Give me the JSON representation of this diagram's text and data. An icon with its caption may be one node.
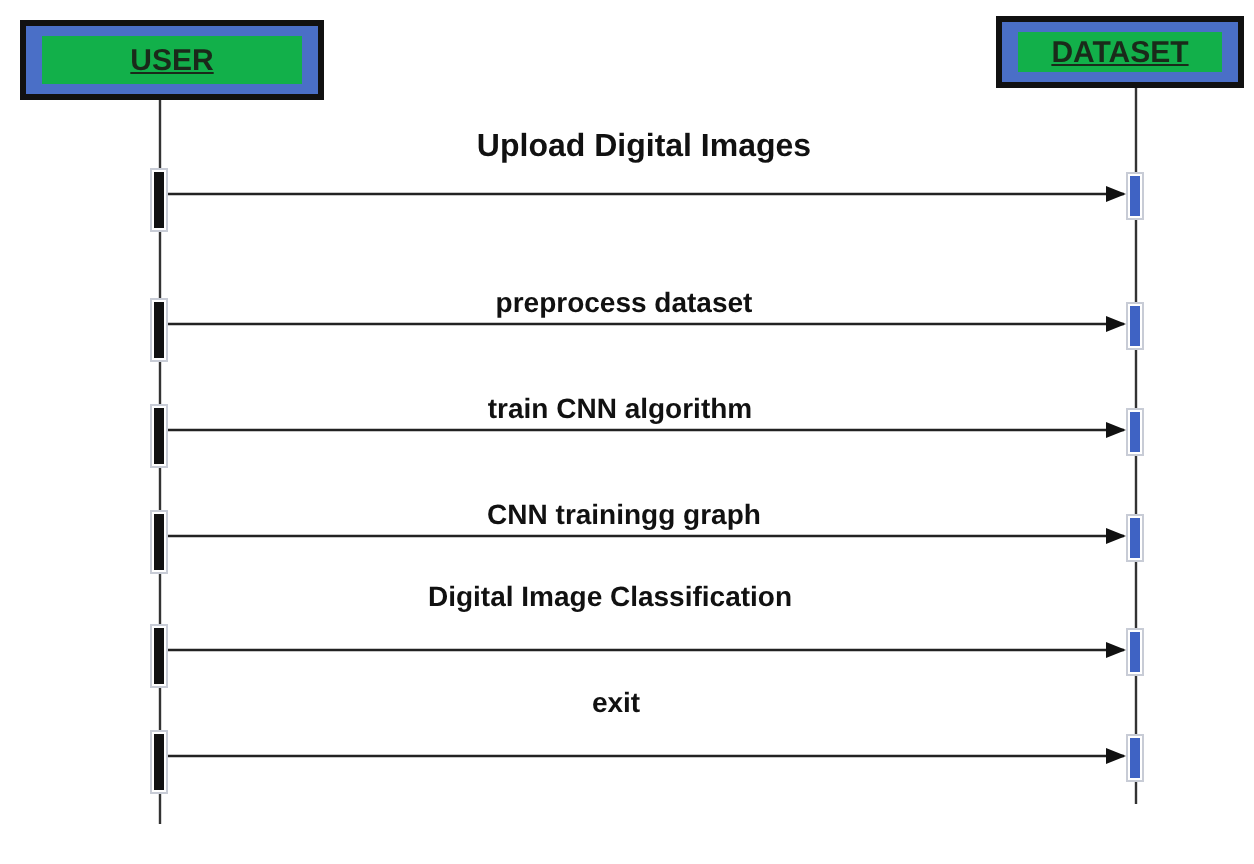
{
  "diagram": {
    "nodes": [
      {
        "text": [
          "USER"
        ]
      },
      {
        "text": [
          "DATASET"
        ]
      },
      {
        "text": [],
        "shape": "bar"
      },
      {
        "text": [],
        "shape": "bar"
      },
      {
        "text": [],
        "shape": "bar"
      },
      {
        "text": [],
        "shape": "bar"
      },
      {
        "text": [],
        "shape": "bar"
      },
      {
        "text": [],
        "shape": "bar"
      },
      {
        "text": [],
        "shape": "bar"
      },
      {
        "text": [],
        "shape": "bar"
      },
      {
        "text": [],
        "shape": "bar"
      },
      {
        "text": [],
        "shape": "bar"
      },
      {
        "text": [],
        "shape": "bar"
      },
      {
        "text": [],
        "shape": "bar"
      }
    ],
    "edges": [
      {
        "from": 2,
        "to": 3,
        "arrow": "to",
        "label": "Upload Digital Images"
      },
      {
        "from": 4,
        "to": 5,
        "arrow": "to",
        "label": "preprocess dataset"
      },
      {
        "from": 6,
        "to": 7,
        "arrow": "to",
        "label": "train CNN algorithm"
      },
      {
        "from": 8,
        "to": 9,
        "arrow": "to",
        "label": "CNN trainingg graph"
      },
      {
        "from": 10,
        "to": 11,
        "arrow": "to",
        "label": "Digital Image Classification"
      },
      {
        "from": 12,
        "to": 13,
        "arrow": "to",
        "label": "exit"
      }
    ]
  }
}
